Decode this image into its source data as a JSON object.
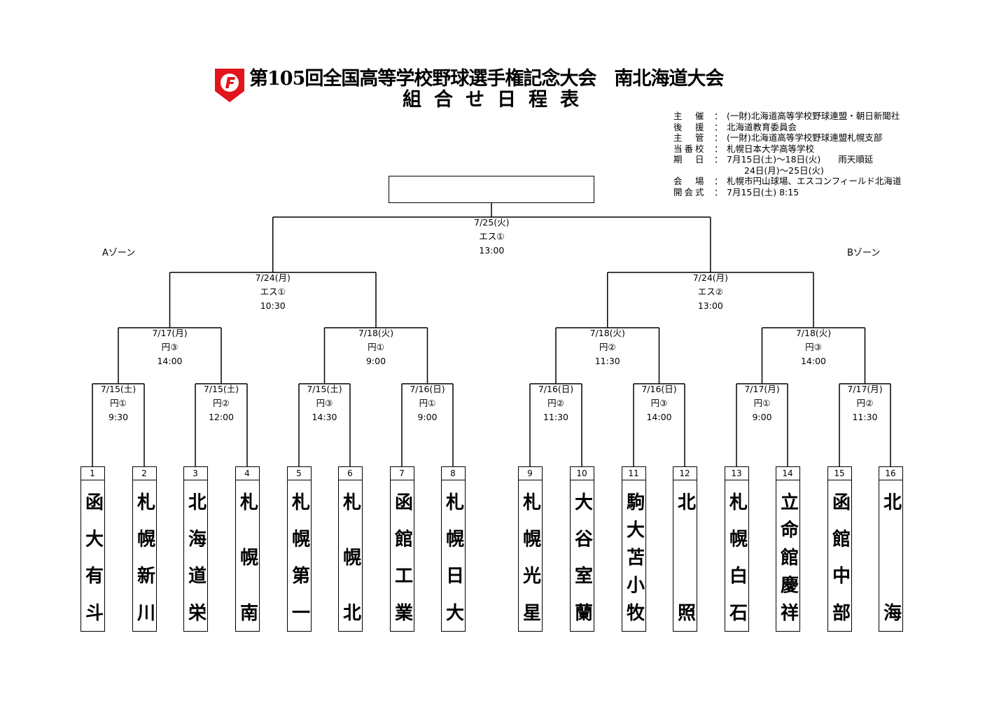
{
  "header": {
    "title": "第105回全国高等学校野球選手権記念大会　南北海道大会",
    "subtitle": "組合せ日程表",
    "logo_letter": "F",
    "logo_color": "#e3141b"
  },
  "info": [
    {
      "key": "主　催",
      "value": "(一財)北海道高等学校野球連盟・朝日新聞社"
    },
    {
      "key": "後　援",
      "value": "北海道教育委員会"
    },
    {
      "key": "主　管",
      "value": "(一財)北海道高等学校野球連盟札幌支部"
    },
    {
      "key": "当番校",
      "value": "札幌日本大学高等学校"
    },
    {
      "key": "期　日",
      "value": "7月15日(土)～18日(火)　　雨天順延"
    },
    {
      "key": "",
      "value": "　　24日(月)～25日(火)"
    },
    {
      "key": "会　場",
      "value": "札幌市円山球場、エスコンフィールド北海道"
    },
    {
      "key": "開会式",
      "value": "7月15日(土)  8:15"
    }
  ],
  "zones": {
    "a": "Aゾーン",
    "b": "Bゾーン"
  },
  "separator": "：",
  "teams": [
    {
      "num": "1",
      "name": "函大有斗"
    },
    {
      "num": "2",
      "name": "札幌新川"
    },
    {
      "num": "3",
      "name": "北海道栄"
    },
    {
      "num": "4",
      "name": "札幌南"
    },
    {
      "num": "5",
      "name": "札幌第一"
    },
    {
      "num": "6",
      "name": "札幌北"
    },
    {
      "num": "7",
      "name": "函館工業"
    },
    {
      "num": "8",
      "name": "札幌日大"
    },
    {
      "num": "9",
      "name": "札幌光星"
    },
    {
      "num": "10",
      "name": "大谷室蘭"
    },
    {
      "num": "11",
      "name": "駒大苫小牧"
    },
    {
      "num": "12",
      "name": "北照"
    },
    {
      "num": "13",
      "name": "札幌白石"
    },
    {
      "num": "14",
      "name": "立命館慶祥"
    },
    {
      "num": "15",
      "name": "函館中部"
    },
    {
      "num": "16",
      "name": "北海"
    }
  ],
  "rounds": [
    [
      {
        "date": "7/15(土)",
        "venue": "円①",
        "time": "9:30"
      },
      {
        "date": "7/15(土)",
        "venue": "円②",
        "time": "12:00"
      },
      {
        "date": "7/15(土)",
        "venue": "円③",
        "time": "14:30"
      },
      {
        "date": "7/16(日)",
        "venue": "円①",
        "time": "9:00"
      },
      {
        "date": "7/16(日)",
        "venue": "円②",
        "time": "11:30"
      },
      {
        "date": "7/16(日)",
        "venue": "円③",
        "time": "14:00"
      },
      {
        "date": "7/17(月)",
        "venue": "円①",
        "time": "9:00"
      },
      {
        "date": "7/17(月)",
        "venue": "円②",
        "time": "11:30"
      }
    ],
    [
      {
        "date": "7/17(月)",
        "venue": "円③",
        "time": "14:00"
      },
      {
        "date": "7/18(火)",
        "venue": "円①",
        "time": "9:00"
      },
      {
        "date": "7/18(火)",
        "venue": "円②",
        "time": "11:30"
      },
      {
        "date": "7/18(火)",
        "venue": "円③",
        "time": "14:00"
      }
    ],
    [
      {
        "date": "7/24(月)",
        "venue": "エス①",
        "time": "10:30"
      },
      {
        "date": "7/24(月)",
        "venue": "エス②",
        "time": "13:00"
      }
    ],
    [
      {
        "date": "7/25(火)",
        "venue": "エス①",
        "time": "13:00"
      }
    ]
  ]
}
